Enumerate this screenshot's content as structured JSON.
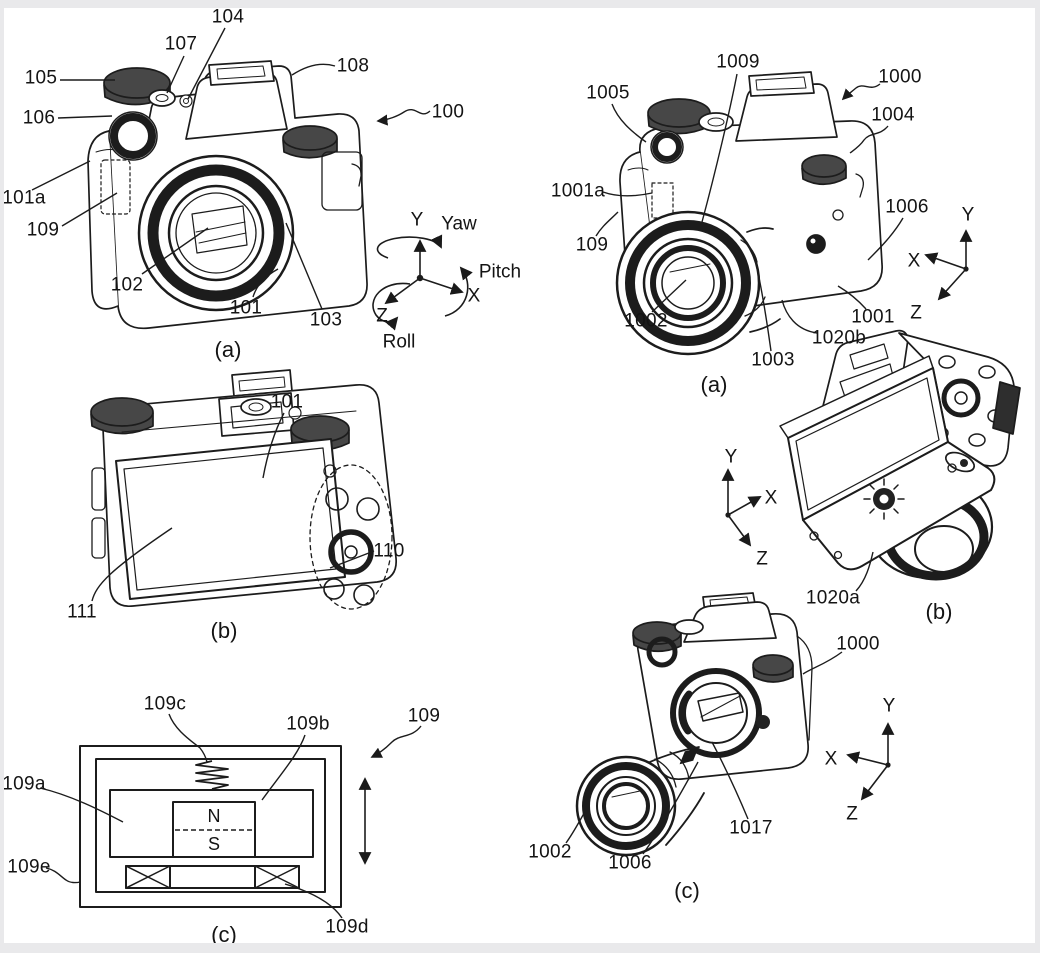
{
  "page": {
    "background": "#ffffff",
    "frame_color": "#e9e9eb",
    "line_color": "#1a1a1a"
  },
  "figures": {
    "left_a": {
      "caption": "(a)",
      "labels": {
        "n104": "104",
        "n107": "107",
        "n105": "105",
        "n108": "108",
        "n106": "106",
        "n100": "100",
        "n101a": "101a",
        "n109": "109",
        "n102": "102",
        "n101": "101",
        "n103": "103"
      },
      "axes": {
        "y": "Y",
        "yaw": "Yaw",
        "pitch": "Pitch",
        "x": "X",
        "z": "Z",
        "roll": "Roll"
      }
    },
    "left_b": {
      "caption": "(b)",
      "labels": {
        "n101": "101",
        "n110": "110",
        "n111": "111"
      }
    },
    "left_c": {
      "caption": "(c)",
      "labels": {
        "n109c": "109c",
        "n109b": "109b",
        "n109": "109",
        "n109a": "109a",
        "n109e": "109e",
        "n109d": "109d"
      },
      "magnet": {
        "north": "N",
        "south": "S"
      }
    },
    "right_a": {
      "caption": "(a)",
      "labels": {
        "n1005": "1005",
        "n1009": "1009",
        "n1000": "1000",
        "n1004": "1004",
        "n1001a": "1001a",
        "n1006": "1006",
        "n109": "109",
        "n1002": "1002",
        "n1003": "1003",
        "n1020b": "1020b",
        "n1001": "1001"
      },
      "axes": {
        "x": "X",
        "y": "Y",
        "z": "Z"
      }
    },
    "right_b": {
      "caption": "(b)",
      "labels": {
        "n1020a": "1020a"
      },
      "axes": {
        "x": "X",
        "y": "Y",
        "z": "Z"
      }
    },
    "right_c": {
      "caption": "(c)",
      "labels": {
        "n1000": "1000",
        "n1002": "1002",
        "n1006": "1006",
        "n1017": "1017"
      },
      "axes": {
        "x": "X",
        "y": "Y",
        "z": "Z"
      }
    }
  }
}
